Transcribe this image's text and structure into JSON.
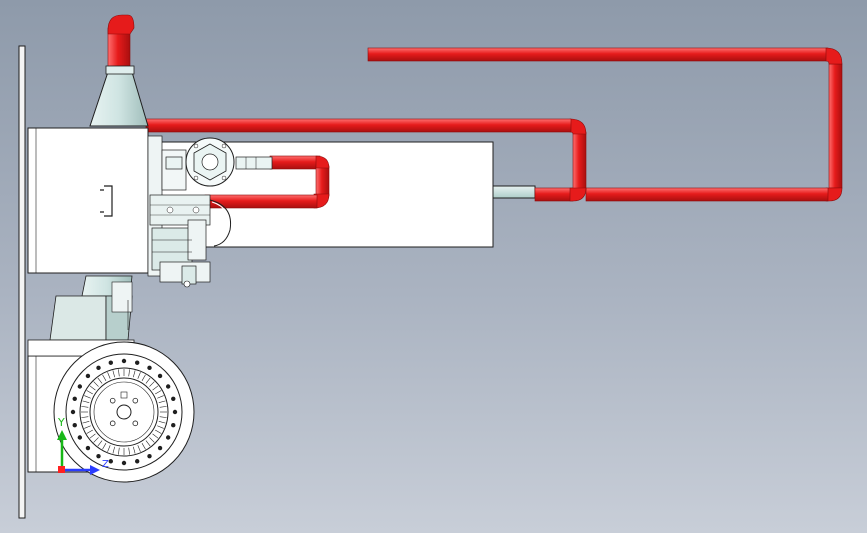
{
  "viewport": {
    "background_top": "#8e9aaa",
    "background_bottom": "#c8ced8"
  },
  "colors": {
    "pipe_red": "#e61b1b",
    "pipe_red_highlight": "#ff6a6a",
    "pipe_red_shadow": "#a90f0f",
    "casing_white": "#ffffff",
    "nozzle_teal": "#c9e3e0",
    "line_dark": "#1f1f1f",
    "axis_y": "#18b818",
    "axis_x": "#2a3cff",
    "axis_z": "#ff2020"
  },
  "triad": {
    "y_label": "Y",
    "z_label": "Z"
  },
  "components": {
    "mounting_plate": "mounting-plate",
    "burner_housing": "burner-housing",
    "combustion_tube": "combustion-tube",
    "fan_wheel": "fan-wheel",
    "valve": "gas-valve",
    "pipe_loop": "gas-pipe-loop"
  }
}
